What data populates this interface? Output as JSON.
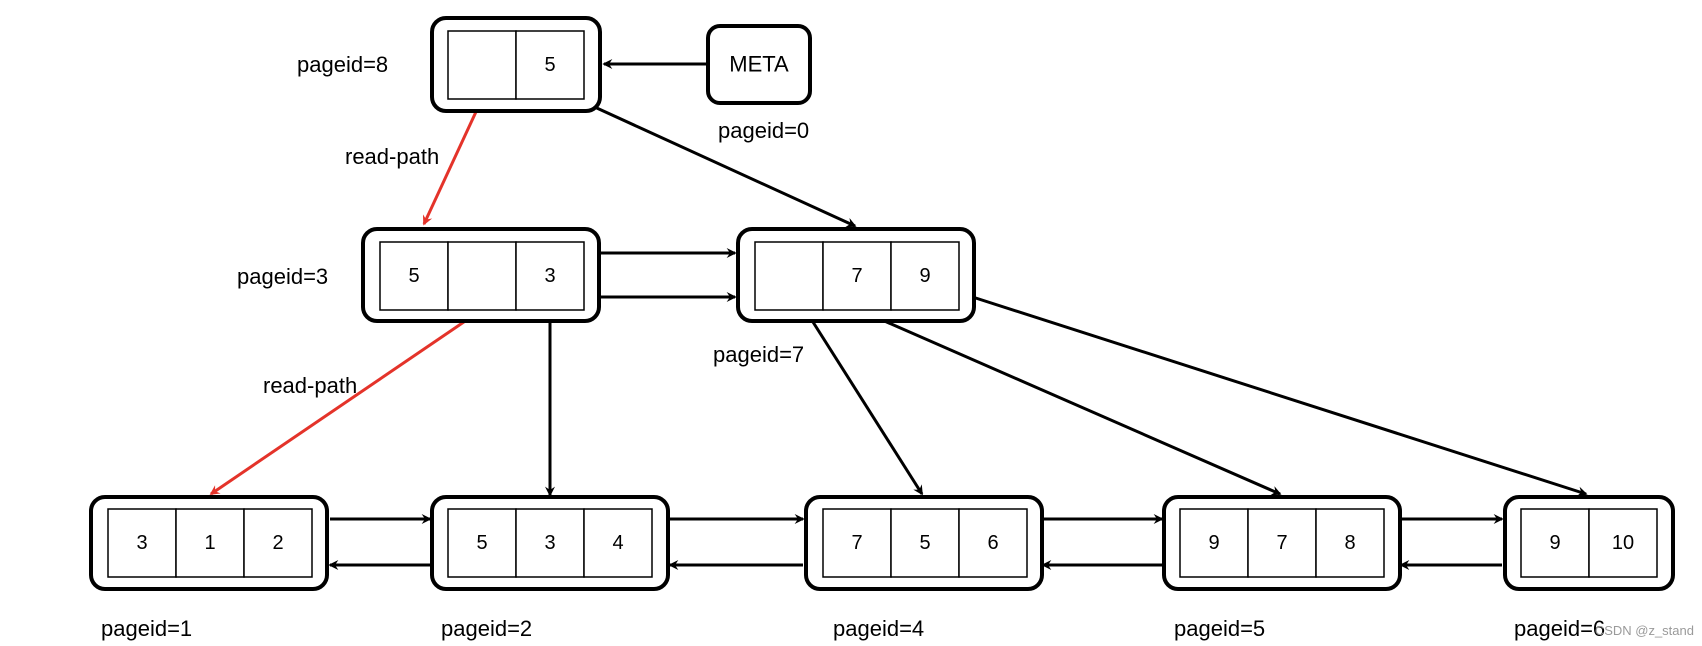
{
  "colors": {
    "highlight": "#e4332a",
    "stroke": "#000000",
    "read_path": "#e4332a"
  },
  "meta": {
    "label": "META",
    "pageid": "pageid=0"
  },
  "nodes": {
    "p8": {
      "label": "pageid=8",
      "cells": [
        "",
        "5"
      ]
    },
    "p3": {
      "label": "pageid=3",
      "cells": [
        "5",
        "",
        "3"
      ]
    },
    "p7": {
      "label": "pageid=7",
      "cells": [
        "",
        "7",
        "9"
      ]
    },
    "p1": {
      "label": "pageid=1",
      "cells": [
        "3",
        "1",
        "2"
      ]
    },
    "p2": {
      "label": "pageid=2",
      "cells": [
        "5",
        "3",
        "4"
      ]
    },
    "p4": {
      "label": "pageid=4",
      "cells": [
        "7",
        "5",
        "6"
      ]
    },
    "p5": {
      "label": "pageid=5",
      "cells": [
        "9",
        "7",
        "8"
      ]
    },
    "p6": {
      "label": "pageid=6",
      "cells": [
        "9",
        "10"
      ]
    }
  },
  "highlighted_cells": [
    "p3.0",
    "p1.0",
    "p2.0",
    "p4.0",
    "p5.0"
  ],
  "annotations": {
    "read_path_1": "read-path",
    "read_path_2": "read-path"
  },
  "watermark": "CSDN @z_stand"
}
